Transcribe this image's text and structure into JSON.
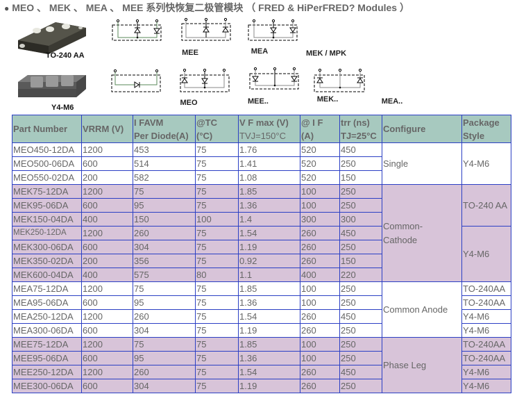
{
  "title": {
    "bullet": "●",
    "text": "MEO 、 MEK 、 MEA 、 MEE 系列快恢复二极管模块 （ FRED & HiPerFRED? Modules ）"
  },
  "products": [
    {
      "name": "to-240-aa-module-image",
      "caption": "TO-240 AA"
    },
    {
      "name": "y4-m6-module-image",
      "caption": "Y4-M6"
    }
  ],
  "diagrams": [
    {
      "caption": "MEE"
    },
    {
      "caption": "MEA"
    },
    {
      "caption": "MEK / MPK"
    },
    {
      "caption": "MEO"
    },
    {
      "caption": "MEE.."
    },
    {
      "caption": "MEK.."
    },
    {
      "caption": "MEA.."
    }
  ],
  "table": {
    "headers": {
      "part_number": "Part Number",
      "vrrm": "VRRM (V)",
      "ifavm_1": "I FAVM",
      "ifavm_2": "Per Diode(A)",
      "tc_1": "@TC",
      "tc_2": "(°C)",
      "vf_1": "V F max (V)",
      "vf_2": "TVJ=150°C",
      "if_1": "@ I F",
      "if_2": "(A)",
      "trr_1": "trr (ns)",
      "trr_2": "TJ=25°C",
      "configure": "Configure",
      "package_1": "Package",
      "package_2": "Style"
    },
    "rows": [
      [
        "MEO450-12DA",
        "1200",
        "453",
        "75",
        "1.76",
        "520",
        "450"
      ],
      [
        "MEO500-06DA",
        "600",
        "514",
        "75",
        "1.41",
        "520",
        "250"
      ],
      [
        "MEO550-02DA",
        "200",
        "582",
        "75",
        "1.08",
        "520",
        "150"
      ],
      [
        "MEK75-12DA",
        "1200",
        "75",
        "75",
        "1.85",
        "100",
        "250"
      ],
      [
        "MEK95-06DA",
        "600",
        "95",
        "75",
        "1.36",
        "100",
        "250"
      ],
      [
        "MEK150-04DA",
        "400",
        "150",
        "100",
        "1.4",
        "300",
        "300"
      ],
      [
        "MEK250-12DA",
        "1200",
        "260",
        "75",
        "1.54",
        "260",
        "450"
      ],
      [
        "MEK300-06DA",
        "600",
        "304",
        "75",
        "1.19",
        "260",
        "250"
      ],
      [
        "MEK350-02DA",
        "200",
        "356",
        "75",
        "0.92",
        "260",
        "150"
      ],
      [
        "MEK600-04DA",
        "400",
        "575",
        "80",
        "1.1",
        "400",
        "220"
      ],
      [
        "MEA75-12DA",
        "1200",
        "75",
        "75",
        "1.85",
        "100",
        "250"
      ],
      [
        "MEA95-06DA",
        "600",
        "95",
        "75",
        "1.36",
        "100",
        "250"
      ],
      [
        "MEA250-12DA",
        "1200",
        "260",
        "75",
        "1.54",
        "260",
        "450"
      ],
      [
        "MEA300-06DA",
        "600",
        "304",
        "75",
        "1.19",
        "260",
        "250"
      ],
      [
        "MEE75-12DA",
        "1200",
        "75",
        "75",
        "1.85",
        "100",
        "250"
      ],
      [
        "MEE95-06DA",
        "600",
        "95",
        "75",
        "1.36",
        "100",
        "250"
      ],
      [
        "MEE250-12DA",
        "1200",
        "260",
        "75",
        "1.54",
        "260",
        "450"
      ],
      [
        "MEE300-06DA",
        "600",
        "304",
        "75",
        "1.19",
        "260",
        "250"
      ]
    ],
    "configure": {
      "single": "Single",
      "common_cathode_1": "Common-",
      "common_cathode_2": "Cathode",
      "common_anode": "Common Anode",
      "phase_leg": "Phase Leg"
    },
    "package": {
      "single": "Y4-M6",
      "mek_to240": "TO-240 AA",
      "mek_y4": "Y4-M6",
      "mea": [
        "TO-240AA",
        "TO-240AA",
        "Y4-M6",
        "Y4-M6"
      ],
      "mee": [
        "TO-240AA",
        "TO-240AA",
        "Y4-M6",
        "Y4-M6"
      ]
    }
  }
}
